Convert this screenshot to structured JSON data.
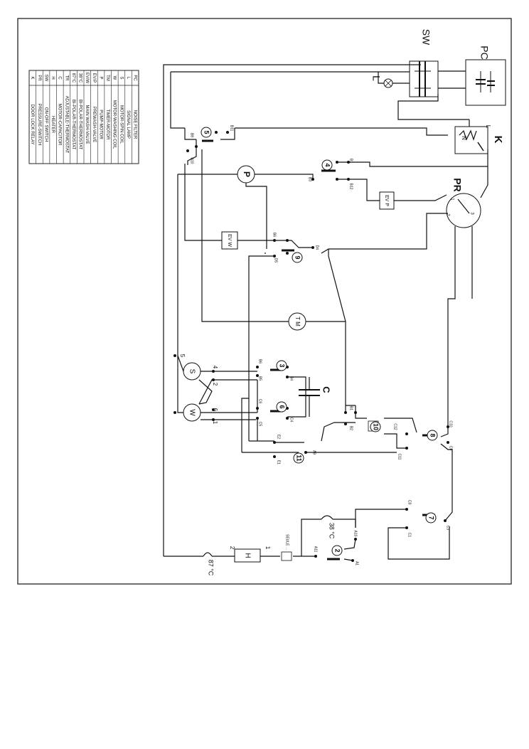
{
  "legend": {
    "rows": [
      {
        "code": "PC",
        "description": "NOISE FILTER"
      },
      {
        "code": "L",
        "description": "SIGNAL LAMP"
      },
      {
        "code": "S",
        "description": "MOTOR-SPIN COIL"
      },
      {
        "code": "W",
        "description": "MOTOR-WASHING COIL"
      },
      {
        "code": "TM",
        "description": "TIMER-MOTOR"
      },
      {
        "code": "P",
        "description": "PUMP-MOTOR"
      },
      {
        "code": "EV/P",
        "description": "PREWASH-VALVE"
      },
      {
        "code": "EV/W",
        "description": "MAIN WASH-VALVE"
      },
      {
        "code": "38°C",
        "description": "BI-POLAR-THERMOSTAT"
      },
      {
        "code": "87°C",
        "description": "BI-POLAR-THERMOSTAT"
      },
      {
        "code": "TR",
        "description": "ADJUSTABLE-THERMOSTAT"
      },
      {
        "code": "C",
        "description": "MOTOR-CAPACITOR"
      },
      {
        "code": "H",
        "description": "HEATER"
      },
      {
        "code": "SW",
        "description": "ON-OFF SWITCH"
      },
      {
        "code": "PR",
        "description": "PRESSURE-SWITCH"
      },
      {
        "code": "K",
        "description": "DOOR LOCK RELAY"
      }
    ]
  },
  "components": {
    "sw": "SW",
    "pc": "PC",
    "k": "K",
    "pr": "PR",
    "lamp": "L",
    "pump": "P",
    "timer_motor": "T M",
    "spin_coil": "S",
    "wash_coil": "W",
    "capacitor": "C",
    "heater": "H",
    "ev_p": "EV P",
    "ev_w": "EV W",
    "thermo_87": "87 °C",
    "thermo_38": "38 °C"
  },
  "cams": [
    "5",
    "4",
    "9",
    "3",
    "6",
    "10",
    "8",
    "11",
    "7",
    "2"
  ],
  "terminals": {
    "b11": "B11",
    "b8": "B8",
    "b10": "B10",
    "b3": "B3",
    "b12": "B12",
    "b1": "B1",
    "b6": "B6",
    "b4": "B4",
    "b5": "B5",
    "d3": "D3",
    "d4": "D4",
    "d5": "D5",
    "d6": "D6",
    "d8": "D8",
    "c4": "C4",
    "c5": "C5",
    "c6": "C6",
    "b2": "B2",
    "e1": "E1",
    "e2": "E2",
    "a9": "A9",
    "c10": "C10",
    "c11": "C11",
    "c12": "C12",
    "c8": "C8",
    "c9": "C9",
    "c2": "C2",
    "c1": "C1",
    "c3": "C3",
    "a10": "A10",
    "a11": "A11",
    "a1": "A1"
  },
  "motor_pins": {
    "p4": "4",
    "p2": "2",
    "p5": "5",
    "p6": "6",
    "p1": "1"
  },
  "heater_pins": {
    "h1": "1",
    "h2": "2"
  },
  "pr_pins": {
    "one": "1",
    "two": "2",
    "three": "3"
  },
  "filter_pins": {
    "a": "N",
    "b": "L"
  },
  "small_note": "SEULE ..."
}
